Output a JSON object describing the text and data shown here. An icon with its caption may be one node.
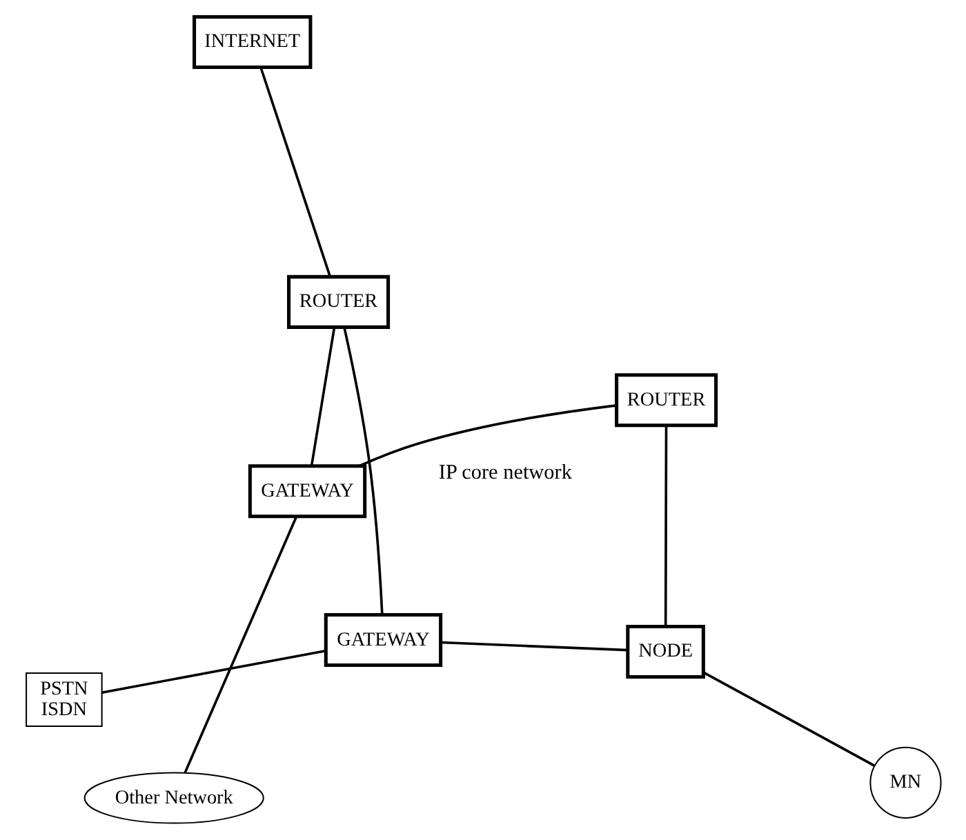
{
  "diagram": {
    "nodes": [
      {
        "text": [
          "PSTN ISDN"
        ]
      },
      {
        "text": [
          "INTERNET"
        ]
      },
      {
        "text": [
          "GATEWAY"
        ]
      },
      {
        "text": [
          "ROUTER"
        ]
      },
      {
        "text": [
          "NODE"
        ]
      },
      {
        "text": [
          "ROUTER"
        ]
      },
      {
        "text": [
          "GATEWAY"
        ]
      },
      {
        "text": [
          "MN"
        ]
      },
      {
        "text": [
          "Other Network"
        ]
      }
    ],
    "edges": [
      {
        "from": 0,
        "to": 2,
        "arrow": "none"
      },
      {
        "from": 1,
        "to": 3,
        "arrow": "none"
      },
      {
        "from": 2,
        "to": 3,
        "arrow": "none"
      },
      {
        "from": 3,
        "to": 6,
        "arrow": "none"
      },
      {
        "from": 6,
        "to": 5,
        "arrow": "none"
      },
      {
        "from": 5,
        "to": 4,
        "arrow": "none"
      },
      {
        "from": 4,
        "to": 2,
        "arrow": "none"
      },
      {
        "from": 4,
        "to": 7,
        "arrow": "none"
      },
      {
        "from": 6,
        "to": 8,
        "arrow": "none"
      }
    ],
    "labels": [
      "IP core network"
    ]
  }
}
